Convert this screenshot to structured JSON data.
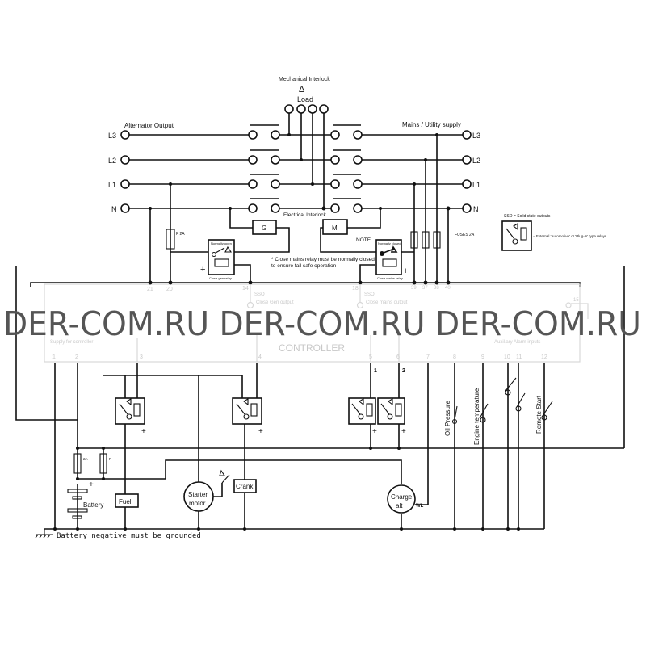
{
  "top": {
    "mechanical_interlock": "Mechanical Interlock",
    "load": "Load",
    "alternator_output": "Alternator Output",
    "mains_supply": "Mains / Utility supply",
    "phases": [
      "L3",
      "L2",
      "L1",
      "N"
    ],
    "electrical_interlock": "Electrical Interlock",
    "gen_contactor": "G",
    "mains_contactor": "M",
    "fuse_left": "F 2A",
    "fuses_right": "FUSES 2A",
    "note": "NOTE",
    "gen_relay_type": "Normally open",
    "gen_relay_label": "Close gen relay",
    "mains_relay_type": "Normally closed",
    "mains_relay_label": "Close mains relay",
    "note_text_1": "* Close mains relay must be normally closed",
    "note_text_2": "to ensure fail safe operation"
  },
  "legend": {
    "sso": "SSO = Solid state outputs",
    "relays": "= External 'Automotive' or 'Plug-in' type relays"
  },
  "controller": {
    "title": "CONTROLLER",
    "top_terminals": [
      "21",
      "20",
      "14",
      "18",
      "39",
      "37",
      "38",
      "40"
    ],
    "sso": "SSO",
    "close_gen_output": "Close Gen output",
    "close_mains_output": "Close mains output",
    "supply": "Supply for controller",
    "aux_alarm": "Auxiliary Alarm inputs",
    "terminal_15": "15",
    "bottom_terminals": [
      "1",
      "2",
      "3",
      "4",
      "5",
      "6",
      "7",
      "8",
      "9",
      "10",
      "11",
      "12"
    ]
  },
  "watermark": "DER-COM.RU DER-COM.RU DER-COM.RU",
  "bottom": {
    "relay_1": "1",
    "relay_2": "2",
    "battery": "Battery",
    "fuel": "Fuel",
    "starter_1": "Starter",
    "starter_2": "motor",
    "crank": "Crank",
    "charge_1": "Charge",
    "charge_2": "alt",
    "wl": "WL",
    "fuse_2a": "2A",
    "fuse_f": "F",
    "oil_pressure": "Oil Pressure",
    "engine_temperature": "Engine temperature",
    "remote_start": "Remote Start",
    "ground_note": "Battery negative must be grounded"
  }
}
